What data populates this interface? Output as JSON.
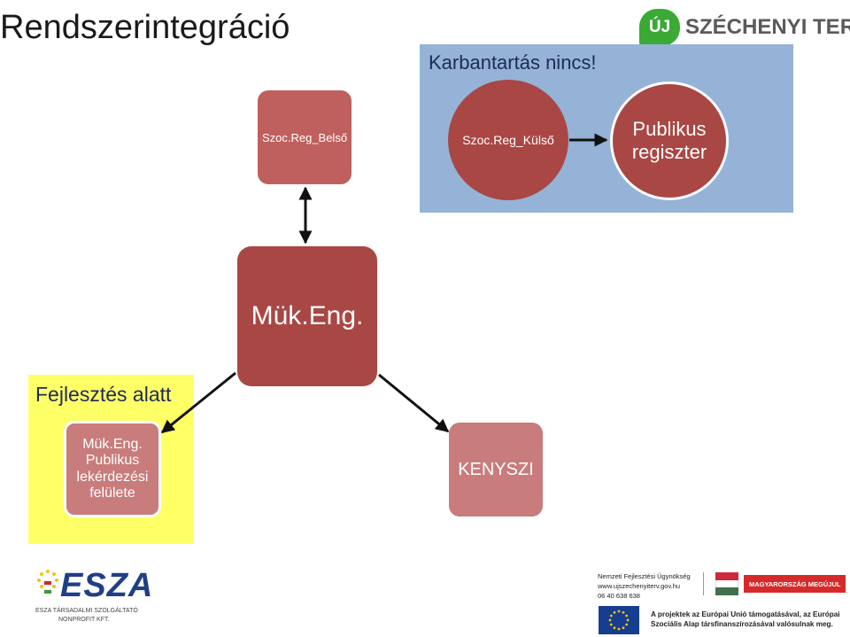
{
  "title": "Rendszerintegráció",
  "panels": {
    "maintenance_label": "Karbantartás nincs!",
    "maintenance_color": "#95b3d7",
    "development_label": "Fejlesztés alatt",
    "development_color": "#ffff66"
  },
  "nodes": {
    "szoc_reg_belso": "Szoc.Reg_Belső",
    "szoc_reg_kulso": "Szoc.Reg_Külső",
    "publikus_regiszter": [
      "Publikus",
      "regiszter"
    ],
    "muk_eng": "Mük.Eng.",
    "muk_eng_publikus": [
      "Mük.Eng.",
      "Publikus",
      "lekérdezési",
      "felülete"
    ],
    "kenyszi": "KENYSZI"
  },
  "colors": {
    "node_dark": "#a94744",
    "node_medium": "#c0605e",
    "node_light": "#c87c7b"
  },
  "logos": {
    "szechenyi": {
      "badge": "ÚJ",
      "word": "SZÉCHENYI TERV"
    },
    "esza": {
      "word": "ESZA",
      "sub1": "ESZA TÁRSADALMI SZOLGÁLTATÓ",
      "sub2": "NONPROFIT KFT."
    },
    "nfu": {
      "line1": "Nemzeti Fejlesztési Ügynökség",
      "line2": "www.ujszechenyiterv.gov.hu",
      "line3": "06 40 638 638"
    },
    "magyarorszag": "MAGYARORSZÁG MEGÚJUL",
    "eu_note": "A projektek az Európai Unió támogatásával, az Európai Szociális Alap társfinanszírozásával valósulnak meg."
  }
}
